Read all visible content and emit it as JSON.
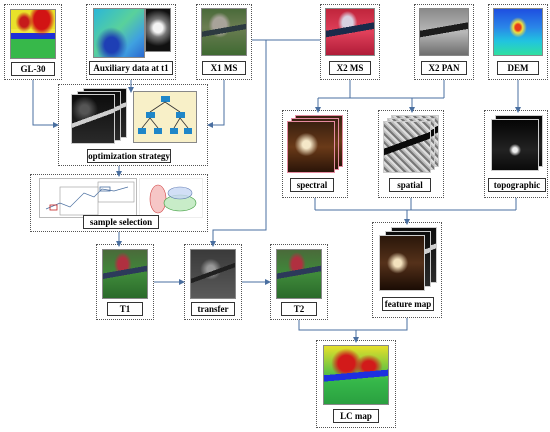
{
  "nodes": {
    "gl30": "GL-30",
    "aux": "Auxiliary data at t1",
    "x1ms": "X1 MS",
    "x2ms": "X2 MS",
    "x2pan": "X2 PAN",
    "dem": "DEM",
    "opt": "optimization strategy",
    "spectral": "spectral",
    "spatial": "spatial",
    "topo": "topographic",
    "sample": "sample selection",
    "t1": "T1",
    "transfer": "transfer",
    "t2": "T2",
    "feature": "feature map",
    "lcmap": "LC map"
  },
  "colors": {
    "arrow": "#4a6fa0",
    "border": "#555555"
  }
}
